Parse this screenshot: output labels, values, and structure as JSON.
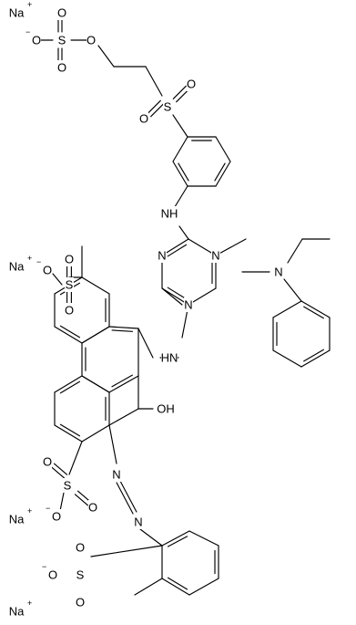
{
  "structure": {
    "atoms": {
      "O": "O",
      "S": "S",
      "N": "N",
      "NH": "NH",
      "HN": "HN",
      "OH": "OH",
      "Na": "Na"
    },
    "charges": {
      "plus": "+",
      "minus": "−"
    }
  },
  "colors": {
    "ink": "#000000",
    "background": "#ffffff"
  }
}
